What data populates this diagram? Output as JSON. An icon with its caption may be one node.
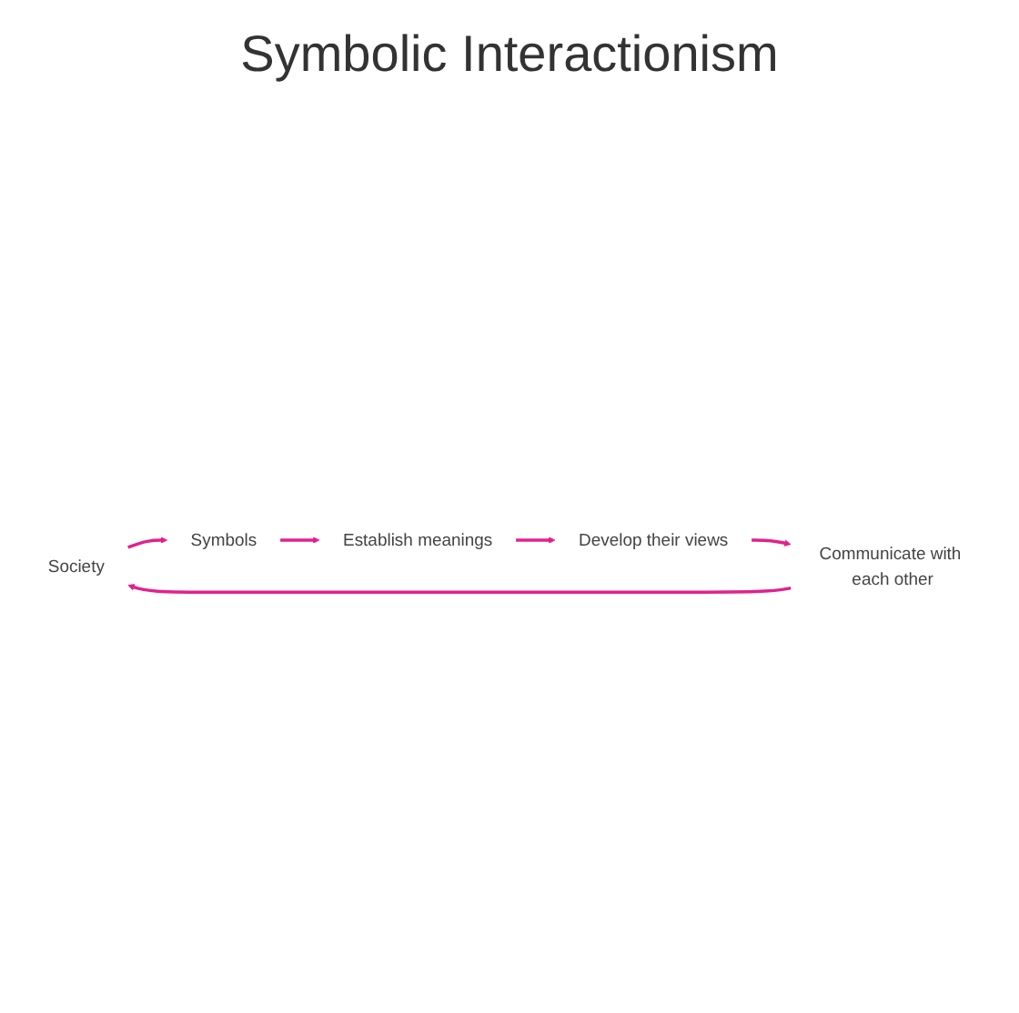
{
  "diagram": {
    "title": "Symbolic Interactionism",
    "nodes": [
      {
        "text": [
          "Society"
        ]
      },
      {
        "text": [
          "Symbols"
        ]
      },
      {
        "text": [
          "Establish meanings"
        ]
      },
      {
        "text": [
          "Develop their views"
        ]
      },
      {
        "text": [
          "Communicate with each other"
        ]
      }
    ],
    "edges": [
      {
        "from": 0,
        "to": 1,
        "arrow": "to"
      },
      {
        "from": 1,
        "to": 2,
        "arrow": "to"
      },
      {
        "from": 2,
        "to": 3,
        "arrow": "to"
      },
      {
        "from": 3,
        "to": 4,
        "arrow": "to"
      },
      {
        "from": 4,
        "to": 0,
        "arrow": "to"
      }
    ]
  }
}
